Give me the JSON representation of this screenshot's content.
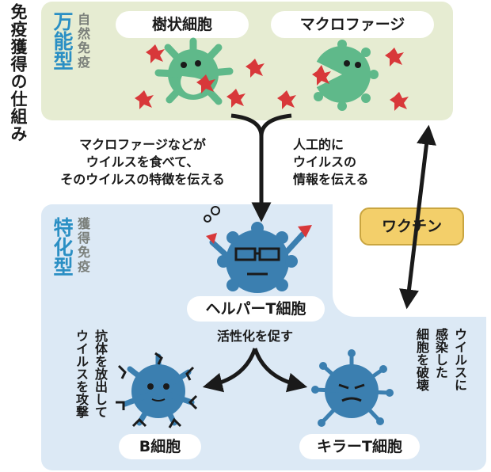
{
  "title": "免疫獲得の仕組み",
  "innate": {
    "label": "万能型",
    "sub": "自然免疫",
    "cell_1": "樹状細胞",
    "cell_2": "マクロファージ"
  },
  "adaptive": {
    "label": "特化型",
    "sub": "獲得免疫"
  },
  "flow": {
    "down_text": [
      "マクロファージなどが",
      "ウイルスを食べて、",
      "そのウイルスの特徴を伝える"
    ],
    "up_text": [
      "人工的に",
      "ウイルスの",
      "情報を伝える"
    ],
    "vaccine": "ワクチン",
    "helper": "ヘルパーT細胞",
    "activate": "活性化を促す",
    "b_cell": "B細胞",
    "killer": "キラーT細胞",
    "b_desc": [
      "抗体を放出して",
      "ウイルスを攻撃"
    ],
    "killer_desc": [
      "ウイルスに",
      "感染した",
      "細胞を破壊"
    ]
  },
  "colors": {
    "innate_bg": "#e6ecd2",
    "adaptive_bg": "#dce9f5",
    "accent_blue": "#2a8fc4",
    "cell_green": "#5fb98a",
    "cell_blue": "#3b7fb0",
    "virus_red": "#d8383a",
    "vaccine": "#f3cf6a"
  }
}
